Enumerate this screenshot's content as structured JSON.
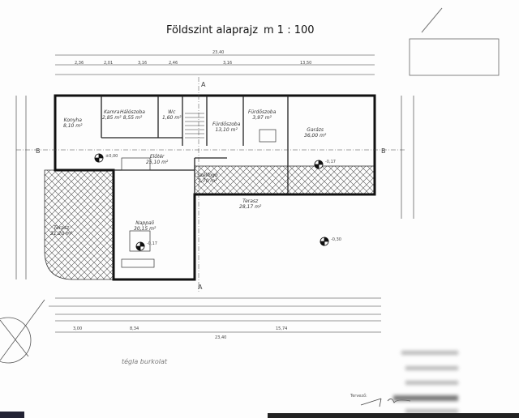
{
  "title": "Földszint alaprajz",
  "scale": "m 1 : 100",
  "rooms": [
    {
      "name": "Konyha",
      "area": "8,10 m²"
    },
    {
      "name": "Kamra",
      "area": "2,85 m²"
    },
    {
      "name": "Hálószoba",
      "area": "8,55 m²"
    },
    {
      "name": "Wc",
      "area": "1,60 m²"
    },
    {
      "name": "Fürdőszoba",
      "area": "13,10 m²"
    },
    {
      "name": "Fürdőszoba",
      "area": "3,97 m²"
    },
    {
      "name": "Garázs",
      "area": "36,00 m²"
    },
    {
      "name": "Előtér",
      "area": "25,10 m²"
    },
    {
      "name": "Szélfogó",
      "area": "3,70 m²"
    },
    {
      "name": "Terasz",
      "area": "31,20 m²"
    },
    {
      "name": "Nappali",
      "area": "30,15 m²"
    },
    {
      "name": "Terasz",
      "area": "28,17 m²"
    }
  ],
  "dimensions": {
    "top_total": "23,40",
    "bottom_total": "23,40",
    "bottom_sub": [
      "3,00",
      "8,34",
      "15,74"
    ],
    "top_row": [
      "2,36",
      "2,01",
      "3,16",
      "2,46",
      "3,16",
      "13,50"
    ]
  },
  "section_marks": [
    "A",
    "A",
    "B",
    "B"
  ],
  "levels": [
    "±0,00",
    "-0,17",
    "-0,17",
    "-0,30"
  ],
  "bottom_note": "tégla burkolat",
  "designer_label": "Tervező:"
}
